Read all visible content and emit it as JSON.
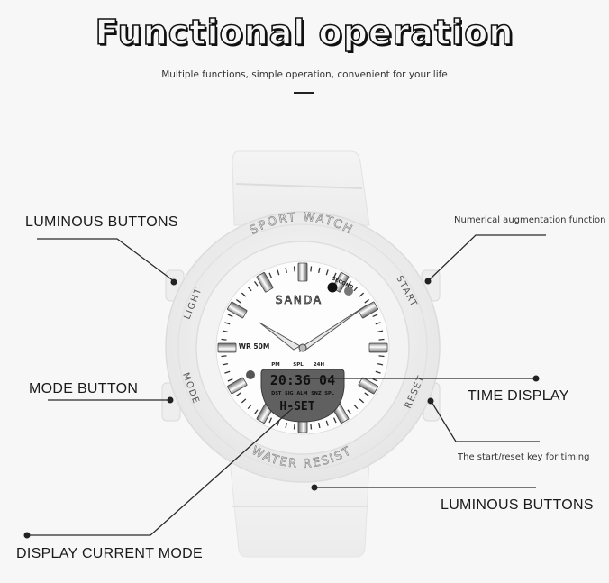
{
  "header": {
    "title": "Functional operation",
    "subtitle": "Multiple functions, simple operation, convenient for your life"
  },
  "callouts": {
    "left_top": "LUMINOUS BUTTONS",
    "right_top": "Numerical augmentation function",
    "left_mid": "MODE BUTTON",
    "right_mid": "TIME DISPLAY",
    "right_mid_note": "The start/reset key for timing",
    "right_bottom": "LUMINOUS BUTTONS",
    "left_bottom": "DISPLAY CURRENT MODE"
  },
  "watch": {
    "brand": "SANDA",
    "bezel_top": "SPORT WATCH",
    "bezel_bottom": "WATER RESIST",
    "button_labels": {
      "light": "LIGHT",
      "mode": "MODE",
      "start": "START",
      "reset": "RESET"
    },
    "dial_text": {
      "water_rating": "WR 50M",
      "second": "SECOND",
      "indicators": [
        "PM",
        "SPL",
        "24H"
      ]
    },
    "lcd": {
      "time": "20:36 04",
      "flags": [
        "DST",
        "SIG",
        "ALM",
        "SNZ",
        "SPL"
      ],
      "mode": "H-SET"
    },
    "colors": {
      "case": "#f2f2f2",
      "lcd": "#5f5f5f",
      "lcd_text": "#111111"
    }
  }
}
